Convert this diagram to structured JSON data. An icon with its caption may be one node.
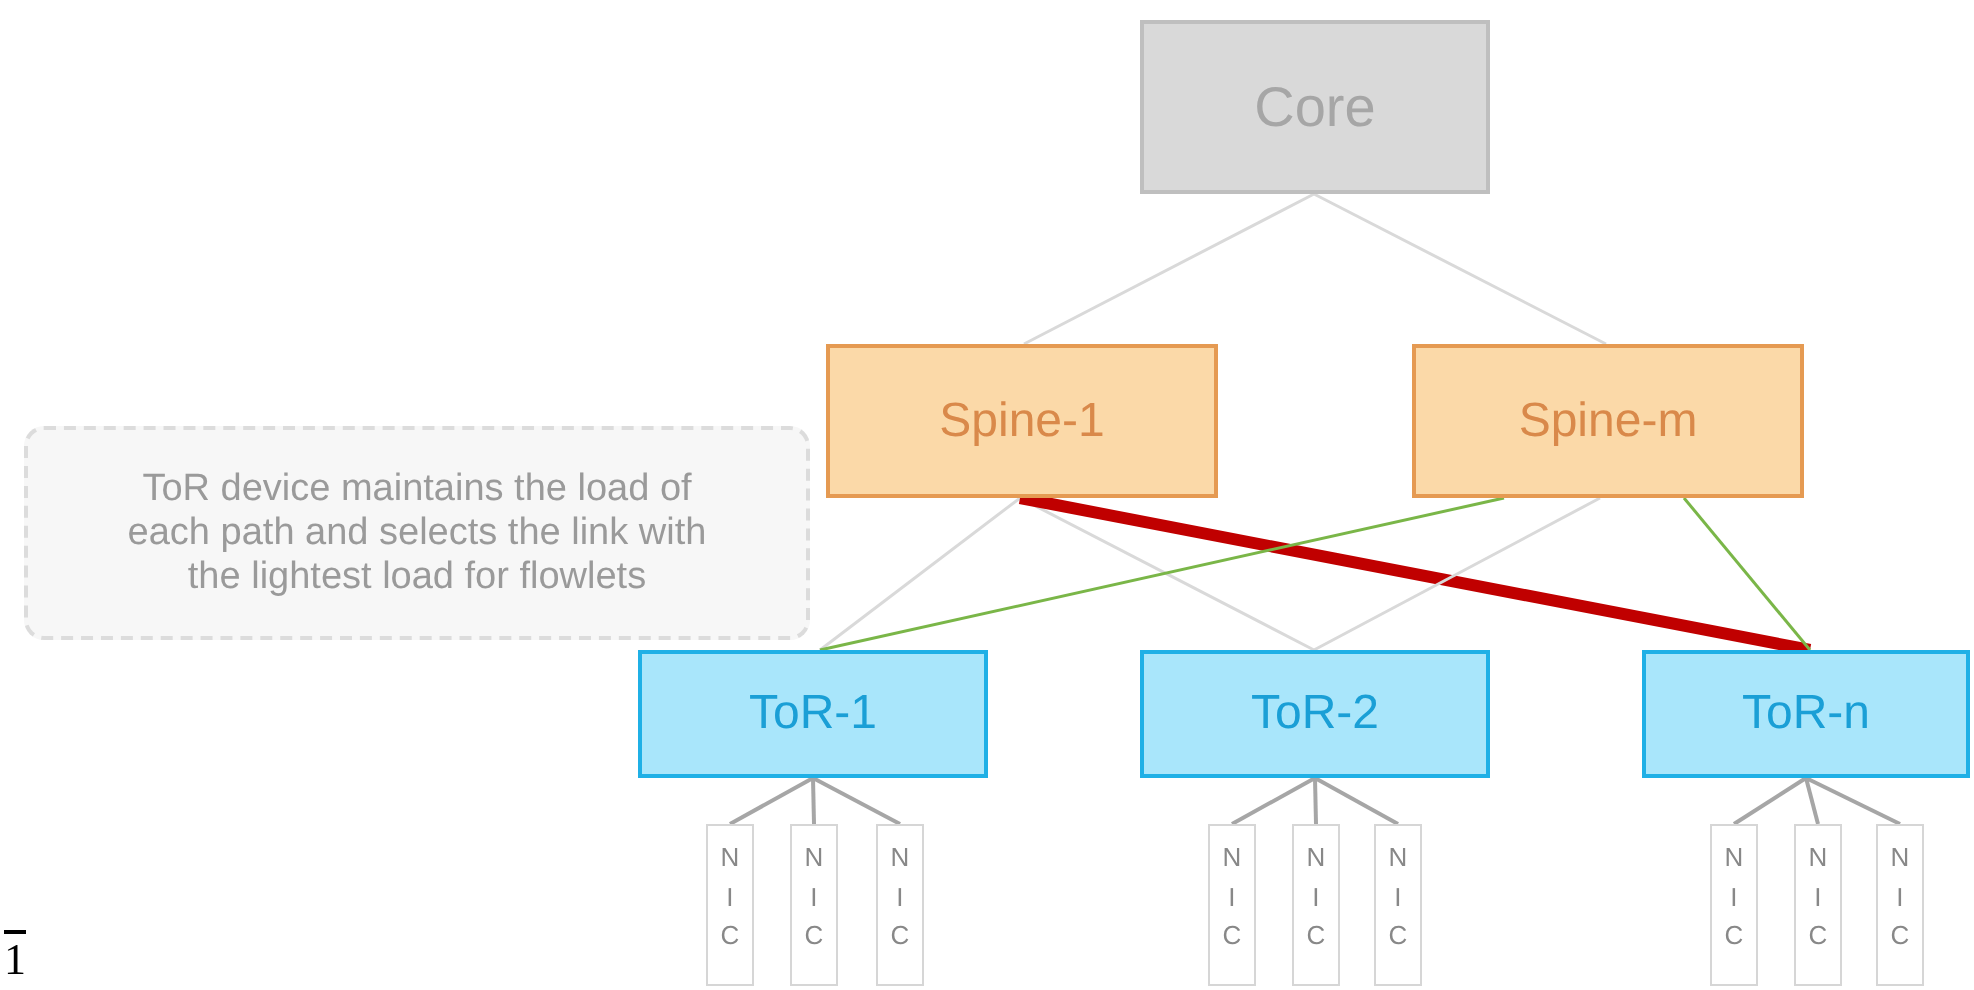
{
  "diagram": {
    "nodes": [
      {
        "text": [
          "Core"
        ]
      },
      {
        "text": [
          "Spine-1"
        ]
      },
      {
        "text": [
          "Spine-m"
        ]
      },
      {
        "text": [
          "ToR device maintains the load of each path and selects the link with the lightest load for flowlets"
        ]
      },
      {
        "text": [
          "ToR-1"
        ]
      },
      {
        "text": [
          "ToR-2"
        ]
      },
      {
        "text": [
          "ToR-n"
        ]
      },
      {
        "text": [
          "NIC"
        ]
      },
      {
        "text": [
          "NIC"
        ]
      },
      {
        "text": [
          "NIC"
        ]
      },
      {
        "text": [
          "NIC"
        ]
      },
      {
        "text": [
          "NIC"
        ]
      },
      {
        "text": [
          "NIC"
        ]
      },
      {
        "text": [
          "NIC"
        ]
      },
      {
        "text": [
          "NIC"
        ]
      },
      {
        "text": [
          "NIC"
        ]
      }
    ],
    "edges": [
      {
        "from": 0,
        "to": 1,
        "arrow": "none"
      },
      {
        "from": 0,
        "to": 2,
        "arrow": "none"
      },
      {
        "from": 1,
        "to": 4,
        "arrow": "none"
      },
      {
        "from": 1,
        "to": 5,
        "arrow": "none"
      },
      {
        "from": 1,
        "to": 6,
        "arrow": "none",
        "style": "thick",
        "color": "#c00000"
      },
      {
        "from": 2,
        "to": 4,
        "arrow": "none",
        "color": "#7ab648"
      },
      {
        "from": 2,
        "to": 5,
        "arrow": "none"
      },
      {
        "from": 2,
        "to": 6,
        "arrow": "none",
        "color": "#7ab648"
      },
      {
        "from": 4,
        "to": 7,
        "arrow": "none"
      },
      {
        "from": 4,
        "to": 8,
        "arrow": "none"
      },
      {
        "from": 4,
        "to": 9,
        "arrow": "none"
      },
      {
        "from": 5,
        "to": 10,
        "arrow": "none"
      },
      {
        "from": 5,
        "to": 11,
        "arrow": "none"
      },
      {
        "from": 5,
        "to": 12,
        "arrow": "none"
      },
      {
        "from": 6,
        "to": 13,
        "arrow": "none"
      },
      {
        "from": 6,
        "to": 14,
        "arrow": "none"
      },
      {
        "from": 6,
        "to": 15,
        "arrow": "none"
      }
    ],
    "labels": [
      "1"
    ]
  }
}
